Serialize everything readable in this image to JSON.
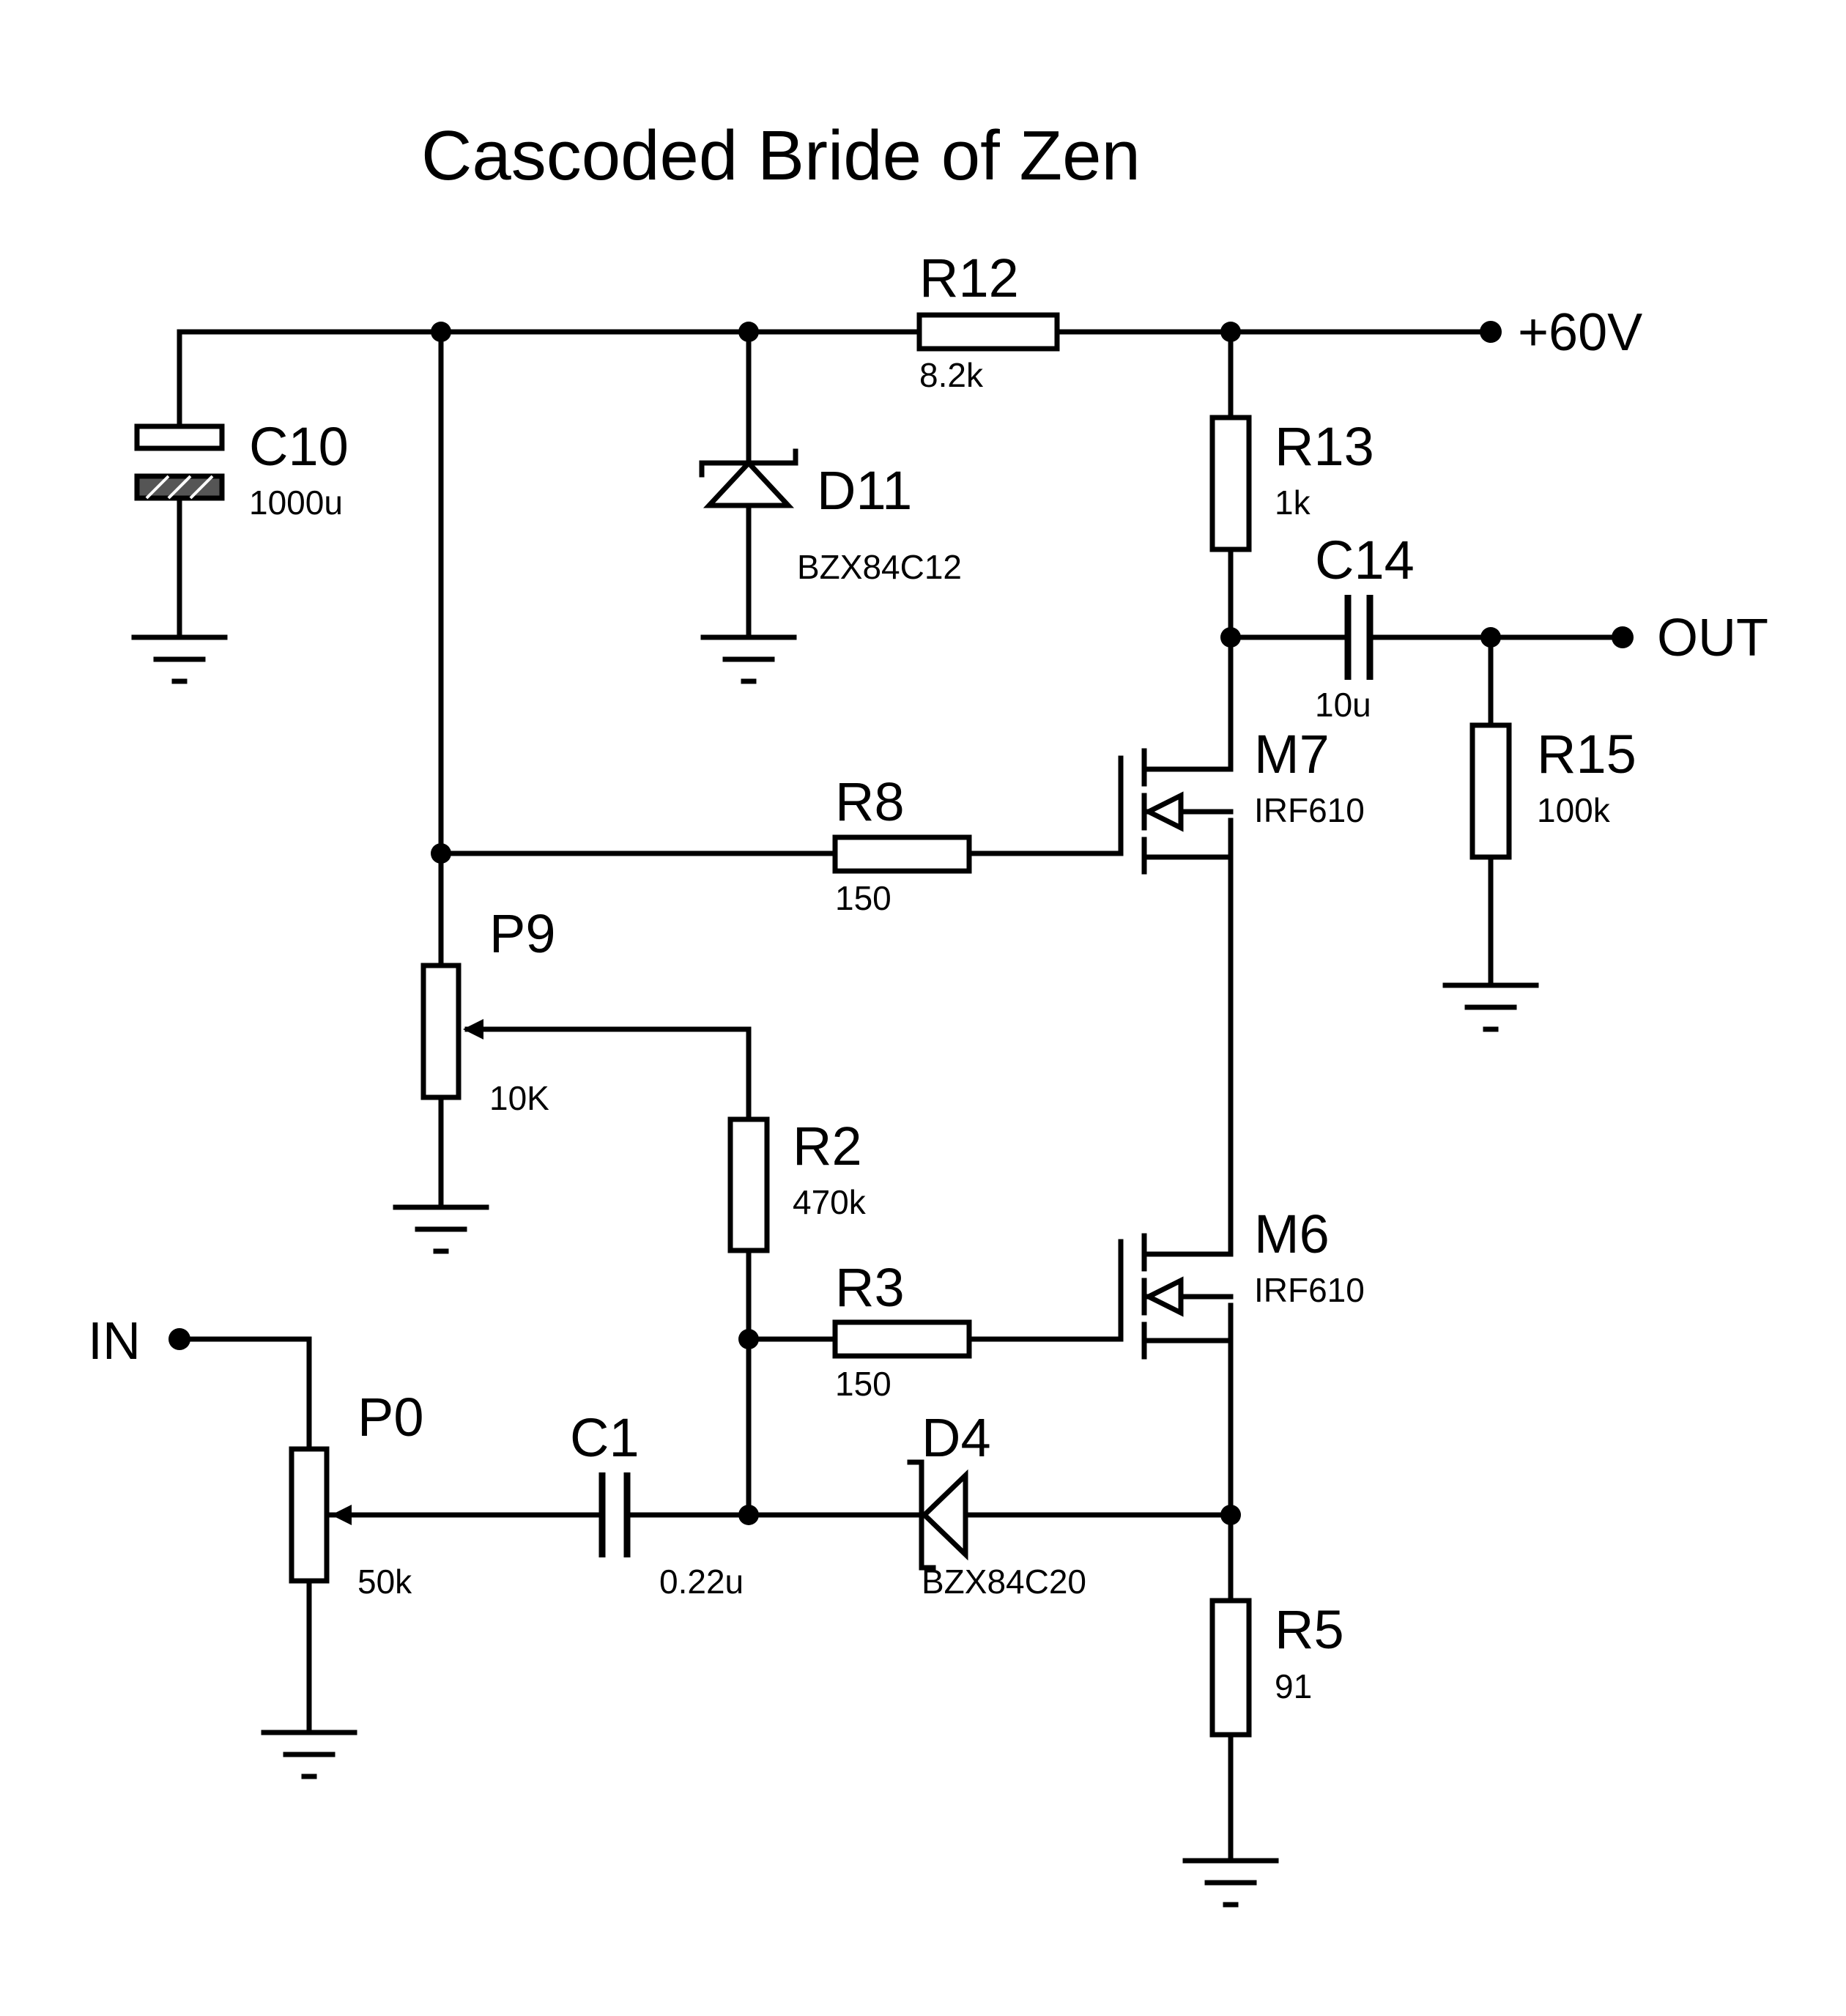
{
  "title": "Cascoded Bride of Zen",
  "nets": {
    "supply": "+60V",
    "output": "OUT",
    "input": "IN"
  },
  "components": {
    "C10": {
      "ref": "C10",
      "value": "1000u"
    },
    "D11": {
      "ref": "D11",
      "value": "BZX84C12"
    },
    "R12": {
      "ref": "R12",
      "value": "8.2k"
    },
    "R13": {
      "ref": "R13",
      "value": "1k"
    },
    "C14": {
      "ref": "C14",
      "value": "10u"
    },
    "R15": {
      "ref": "R15",
      "value": "100k"
    },
    "M7": {
      "ref": "M7",
      "value": "IRF610"
    },
    "R8": {
      "ref": "R8",
      "value": "150"
    },
    "P9": {
      "ref": "P9",
      "value": "10K"
    },
    "R2": {
      "ref": "R2",
      "value": "470k"
    },
    "M6": {
      "ref": "M6",
      "value": "IRF610"
    },
    "R3": {
      "ref": "R3",
      "value": "150"
    },
    "P0": {
      "ref": "P0",
      "value": "50k"
    },
    "C1": {
      "ref": "C1",
      "value": "0.22u"
    },
    "D4": {
      "ref": "D4",
      "value": "BZX84C20"
    },
    "R5": {
      "ref": "R5",
      "value": "91"
    }
  }
}
